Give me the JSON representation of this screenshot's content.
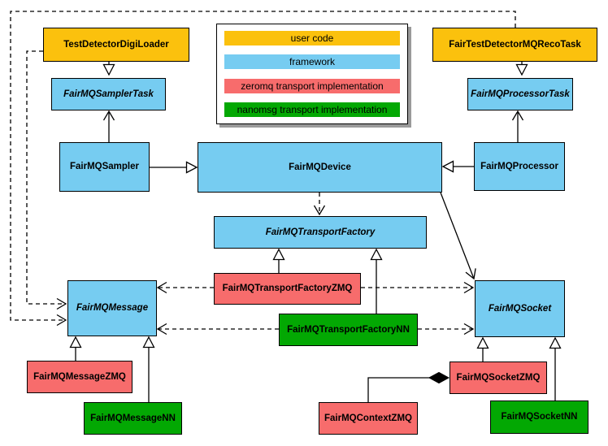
{
  "diagram_type": "uml-class-diagram",
  "colors": {
    "user_code": "#FBC10D",
    "framework": "#76CCF1",
    "zeromq": "#F76C6C",
    "nanomsg": "#03A803",
    "line": "#000000",
    "background": "#ffffff"
  },
  "legend": {
    "items": [
      {
        "label": "user code",
        "color": "#FBC10D"
      },
      {
        "label": "framework",
        "color": "#76CCF1"
      },
      {
        "label": "zeromq transport implementation",
        "color": "#F76C6C"
      },
      {
        "label": "nanomsg transport implementation",
        "color": "#03A803"
      }
    ]
  },
  "nodes": {
    "testDetectorDigiLoader": {
      "label": "TestDetectorDigiLoader",
      "category": "user code",
      "abstract": false
    },
    "fairTestDetectorMQRecoTask": {
      "label": "FairTestDetectorMQRecoTask",
      "category": "user code",
      "abstract": false
    },
    "fairMQSamplerTask": {
      "label": "FairMQSamplerTask",
      "category": "framework",
      "abstract": true
    },
    "fairMQProcessorTask": {
      "label": "FairMQProcessorTask",
      "category": "framework",
      "abstract": true
    },
    "fairMQSampler": {
      "label": "FairMQSampler",
      "category": "framework",
      "abstract": false
    },
    "fairMQDevice": {
      "label": "FairMQDevice",
      "category": "framework",
      "abstract": false
    },
    "fairMQProcessor": {
      "label": "FairMQProcessor",
      "category": "framework",
      "abstract": false
    },
    "fairMQTransportFactory": {
      "label": "FairMQTransportFactory",
      "category": "framework",
      "abstract": true
    },
    "fairMQTransportFactoryZMQ": {
      "label": "FairMQTransportFactoryZMQ",
      "category": "zeromq",
      "abstract": false
    },
    "fairMQTransportFactoryNN": {
      "label": "FairMQTransportFactoryNN",
      "category": "nanomsg",
      "abstract": false
    },
    "fairMQMessage": {
      "label": "FairMQMessage",
      "category": "framework",
      "abstract": true
    },
    "fairMQSocket": {
      "label": "FairMQSocket",
      "category": "framework",
      "abstract": true
    },
    "fairMQMessageZMQ": {
      "label": "FairMQMessageZMQ",
      "category": "zeromq",
      "abstract": false
    },
    "fairMQMessageNN": {
      "label": "FairMQMessageNN",
      "category": "nanomsg",
      "abstract": false
    },
    "fairMQSocketZMQ": {
      "label": "FairMQSocketZMQ",
      "category": "zeromq",
      "abstract": false
    },
    "fairMQSocketNN": {
      "label": "FairMQSocketNN",
      "category": "nanomsg",
      "abstract": false
    },
    "fairMQContextZMQ": {
      "label": "FairMQContextZMQ",
      "category": "zeromq",
      "abstract": false
    }
  },
  "edges": [
    {
      "from": "TestDetectorDigiLoader",
      "to": "FairMQSamplerTask",
      "type": "inheritance"
    },
    {
      "from": "FairTestDetectorMQRecoTask",
      "to": "FairMQProcessorTask",
      "type": "inheritance"
    },
    {
      "from": "FairMQSampler",
      "to": "FairMQDevice",
      "type": "inheritance"
    },
    {
      "from": "FairMQProcessor",
      "to": "FairMQDevice",
      "type": "inheritance"
    },
    {
      "from": "FairMQSampler",
      "to": "FairMQSamplerTask",
      "type": "association"
    },
    {
      "from": "FairMQProcessor",
      "to": "FairMQProcessorTask",
      "type": "association"
    },
    {
      "from": "FairMQDevice",
      "to": "FairMQTransportFactory",
      "type": "dependency"
    },
    {
      "from": "FairMQDevice",
      "to": "FairMQSocket",
      "type": "association"
    },
    {
      "from": "FairMQTransportFactoryZMQ",
      "to": "FairMQTransportFactory",
      "type": "inheritance"
    },
    {
      "from": "FairMQTransportFactoryNN",
      "to": "FairMQTransportFactory",
      "type": "inheritance"
    },
    {
      "from": "FairMQTransportFactoryZMQ",
      "to": "FairMQMessage",
      "type": "dependency"
    },
    {
      "from": "FairMQTransportFactoryZMQ",
      "to": "FairMQSocket",
      "type": "dependency"
    },
    {
      "from": "FairMQTransportFactoryNN",
      "to": "FairMQMessage",
      "type": "dependency"
    },
    {
      "from": "FairMQTransportFactoryNN",
      "to": "FairMQSocket",
      "type": "dependency"
    },
    {
      "from": "TestDetectorDigiLoader",
      "to": "FairMQMessage",
      "type": "dependency"
    },
    {
      "from": "FairTestDetectorMQRecoTask",
      "to": "FairMQMessage",
      "type": "dependency"
    },
    {
      "from": "FairMQMessageZMQ",
      "to": "FairMQMessage",
      "type": "inheritance"
    },
    {
      "from": "FairMQMessageNN",
      "to": "FairMQMessage",
      "type": "inheritance"
    },
    {
      "from": "FairMQSocketZMQ",
      "to": "FairMQSocket",
      "type": "inheritance"
    },
    {
      "from": "FairMQSocketNN",
      "to": "FairMQSocket",
      "type": "inheritance"
    },
    {
      "from": "FairMQContextZMQ",
      "to": "FairMQSocketZMQ",
      "type": "composition"
    }
  ]
}
